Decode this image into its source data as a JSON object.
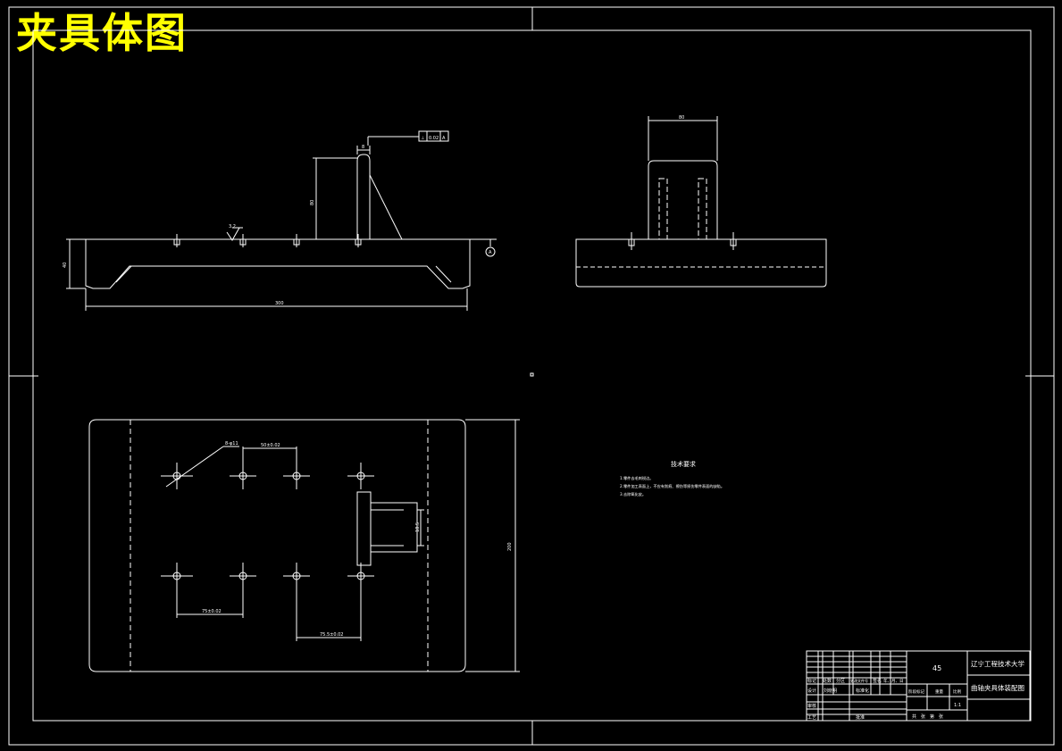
{
  "heading": "夹具体图",
  "colors": {
    "background": "#000000",
    "line": "#ffffff",
    "heading": "#ffff00"
  },
  "notes": {
    "title": "技术要求",
    "lines": [
      "1.零件去毛刺锐边。",
      "2.零件加工表面上，不应有划痕、擦伤等损伤零件表面的缺陷。",
      "3.去除氧化皮。"
    ]
  },
  "front_view": {
    "dim_length": "300",
    "dim_height": "40",
    "dim_rib": "80",
    "dim_top": "8",
    "roughness": "3.2",
    "fcf_symbol": "⊥",
    "fcf_value": "0.02",
    "fcf_datum": "A",
    "datum_label": "A"
  },
  "side_view": {
    "dim_width": "80"
  },
  "plan_view": {
    "label_holes": "8-φ11",
    "label_pitch": "50±0.02",
    "label_bottom_left": "75±0.02",
    "label_bottom_right": "75.5±0.02",
    "label_slot": "18.5",
    "label_overall": "200"
  },
  "title_block": {
    "material": "45",
    "school": "辽宁工程技术大学",
    "drawing_name": "曲轴夹具体装配图",
    "row_labels": [
      "标记",
      "处数",
      "分区",
      "更改文件号",
      "签名",
      "年、月、日"
    ],
    "design_label": "设计",
    "design_name": "刘晓明",
    "standard_label": "标准化",
    "review_label": "审核",
    "process_label": "工艺",
    "approve_label": "批准",
    "stage_labels": [
      "阶段标记",
      "重量",
      "比例"
    ],
    "scale": "1:1",
    "sheet_label": "共　张　第　张"
  }
}
